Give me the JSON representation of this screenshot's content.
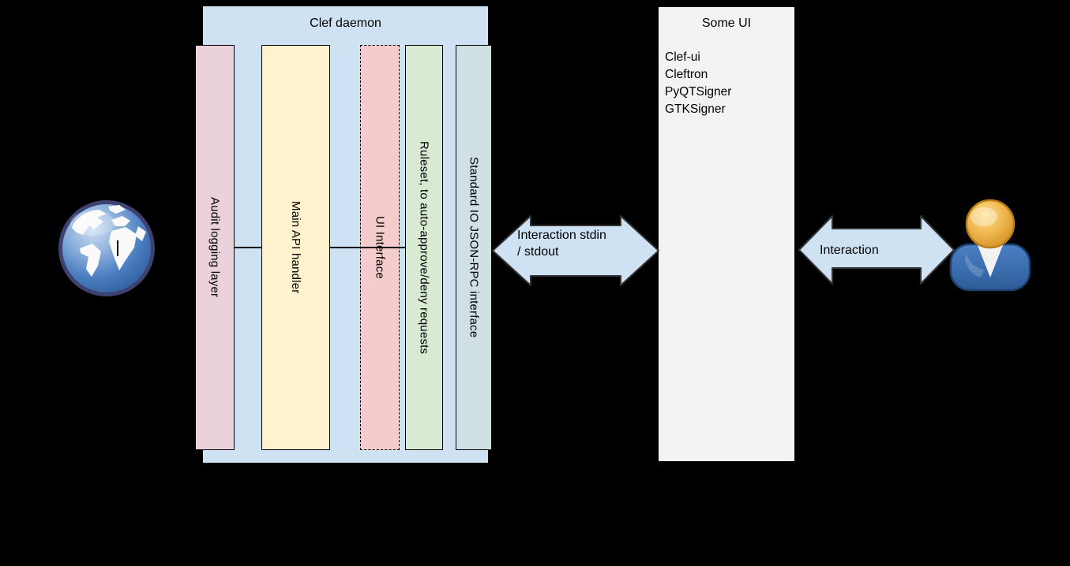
{
  "background_color": "#000000",
  "clef_daemon": {
    "title": "Clef daemon",
    "fill": "#cfe2f3",
    "columns": [
      {
        "label": "Audit logging layer",
        "fill": "#ead1dc",
        "border_style": "solid"
      },
      {
        "label": "Main API handler",
        "fill": "#fff2cc",
        "border_style": "solid"
      },
      {
        "label": "UI Interface",
        "fill": "#f4cccc",
        "border_style": "dashed"
      },
      {
        "label": "Ruleset, to auto-approve/deny requests",
        "fill": "#d9ead3",
        "border_style": "solid"
      },
      {
        "label": "Standard IO JSON-RPC interface",
        "fill": "#d0e0e3",
        "border_style": "solid"
      }
    ]
  },
  "some_ui": {
    "title": "Some UI",
    "fill": "#f3f3f3",
    "items": [
      "Clef-ui",
      "Cleftron",
      "PyQTSigner",
      "GTKSigner"
    ]
  },
  "arrows": {
    "stdio": {
      "label_line1": "Interaction stdin",
      "label_line2": "/ stdout",
      "fill": "#cfe2f3",
      "stroke": "#333333"
    },
    "user": {
      "label": "Interaction",
      "fill": "#cfe2f3",
      "stroke": "#333333"
    }
  },
  "icons": {
    "globe": {
      "name": "globe-icon",
      "ocean_color": "#4a7cbf",
      "land_color": "#fafafa",
      "rim_color": "#3e4271"
    },
    "user": {
      "name": "user-icon",
      "head_color": "#e6a83a",
      "body_color": "#3a6cad"
    }
  }
}
